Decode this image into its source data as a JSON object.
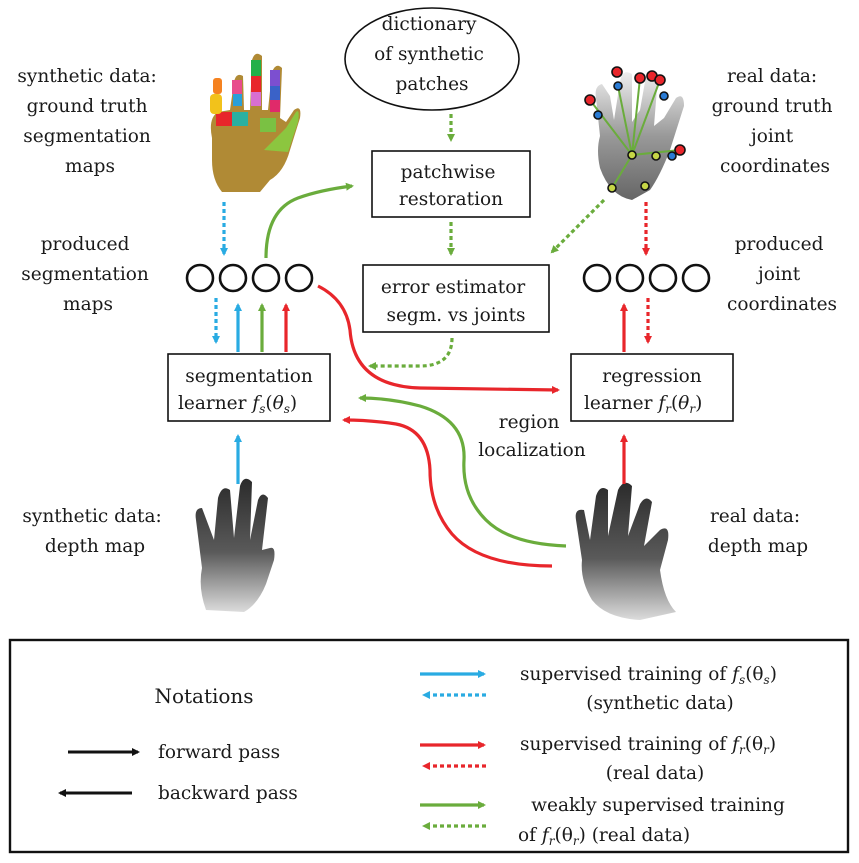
{
  "nodes": {
    "synthetic_gt": [
      "synthetic data:",
      "ground truth",
      "segmentation",
      "maps"
    ],
    "dictionary": [
      "dictionary",
      "of synthetic",
      "patches"
    ],
    "real_gt": [
      "real data:",
      "ground truth",
      "joint",
      "coordinates"
    ],
    "patchwise": [
      "patchwise",
      "restoration"
    ],
    "produced_seg": [
      "produced",
      "segmentation",
      "maps"
    ],
    "error_estimator": [
      "error estimator",
      "segm. vs joints"
    ],
    "produced_joint": [
      "produced",
      "joint",
      "coordinates"
    ],
    "seg_learner": {
      "line1": "segmentation",
      "line2_prefix": "learner",
      "fn": "f",
      "sub": "s",
      "arg": "θ",
      "arg_sub": "s"
    },
    "reg_learner": {
      "line1": "regression",
      "line2_prefix": "learner",
      "fn": "f",
      "sub": "r",
      "arg": "θ",
      "arg_sub": "r"
    },
    "region_loc": [
      "region",
      "localization"
    ],
    "synthetic_depth": [
      "synthetic data:",
      "depth map"
    ],
    "real_depth": [
      "real data:",
      "depth map"
    ]
  },
  "legend": {
    "title": "Notations",
    "forward": "forward pass",
    "backward": "backward pass",
    "items": [
      {
        "line1": "supervised training of",
        "fn": "f",
        "sub": "s",
        "arg_sub": "s",
        "line2": "(synthetic data)",
        "color": "#29abe2"
      },
      {
        "line1": "supervised training of",
        "fn": "f",
        "sub": "r",
        "arg_sub": "r",
        "line2": "(real data)",
        "color": "#e8262b"
      },
      {
        "line1": "weakly supervised training",
        "line2_prefix": "of",
        "fn": "f",
        "sub": "r",
        "arg_sub": "r",
        "line2_suffix": "(real data)",
        "color": "#6aac3c"
      }
    ]
  },
  "colors": {
    "blue": "#29abe2",
    "red": "#e8262b",
    "green": "#6aac3c",
    "black": "#111111"
  },
  "icons": [
    "hand-segmentation-icon",
    "hand-joints-icon",
    "hand-depth-synthetic-icon",
    "hand-depth-real-icon"
  ]
}
